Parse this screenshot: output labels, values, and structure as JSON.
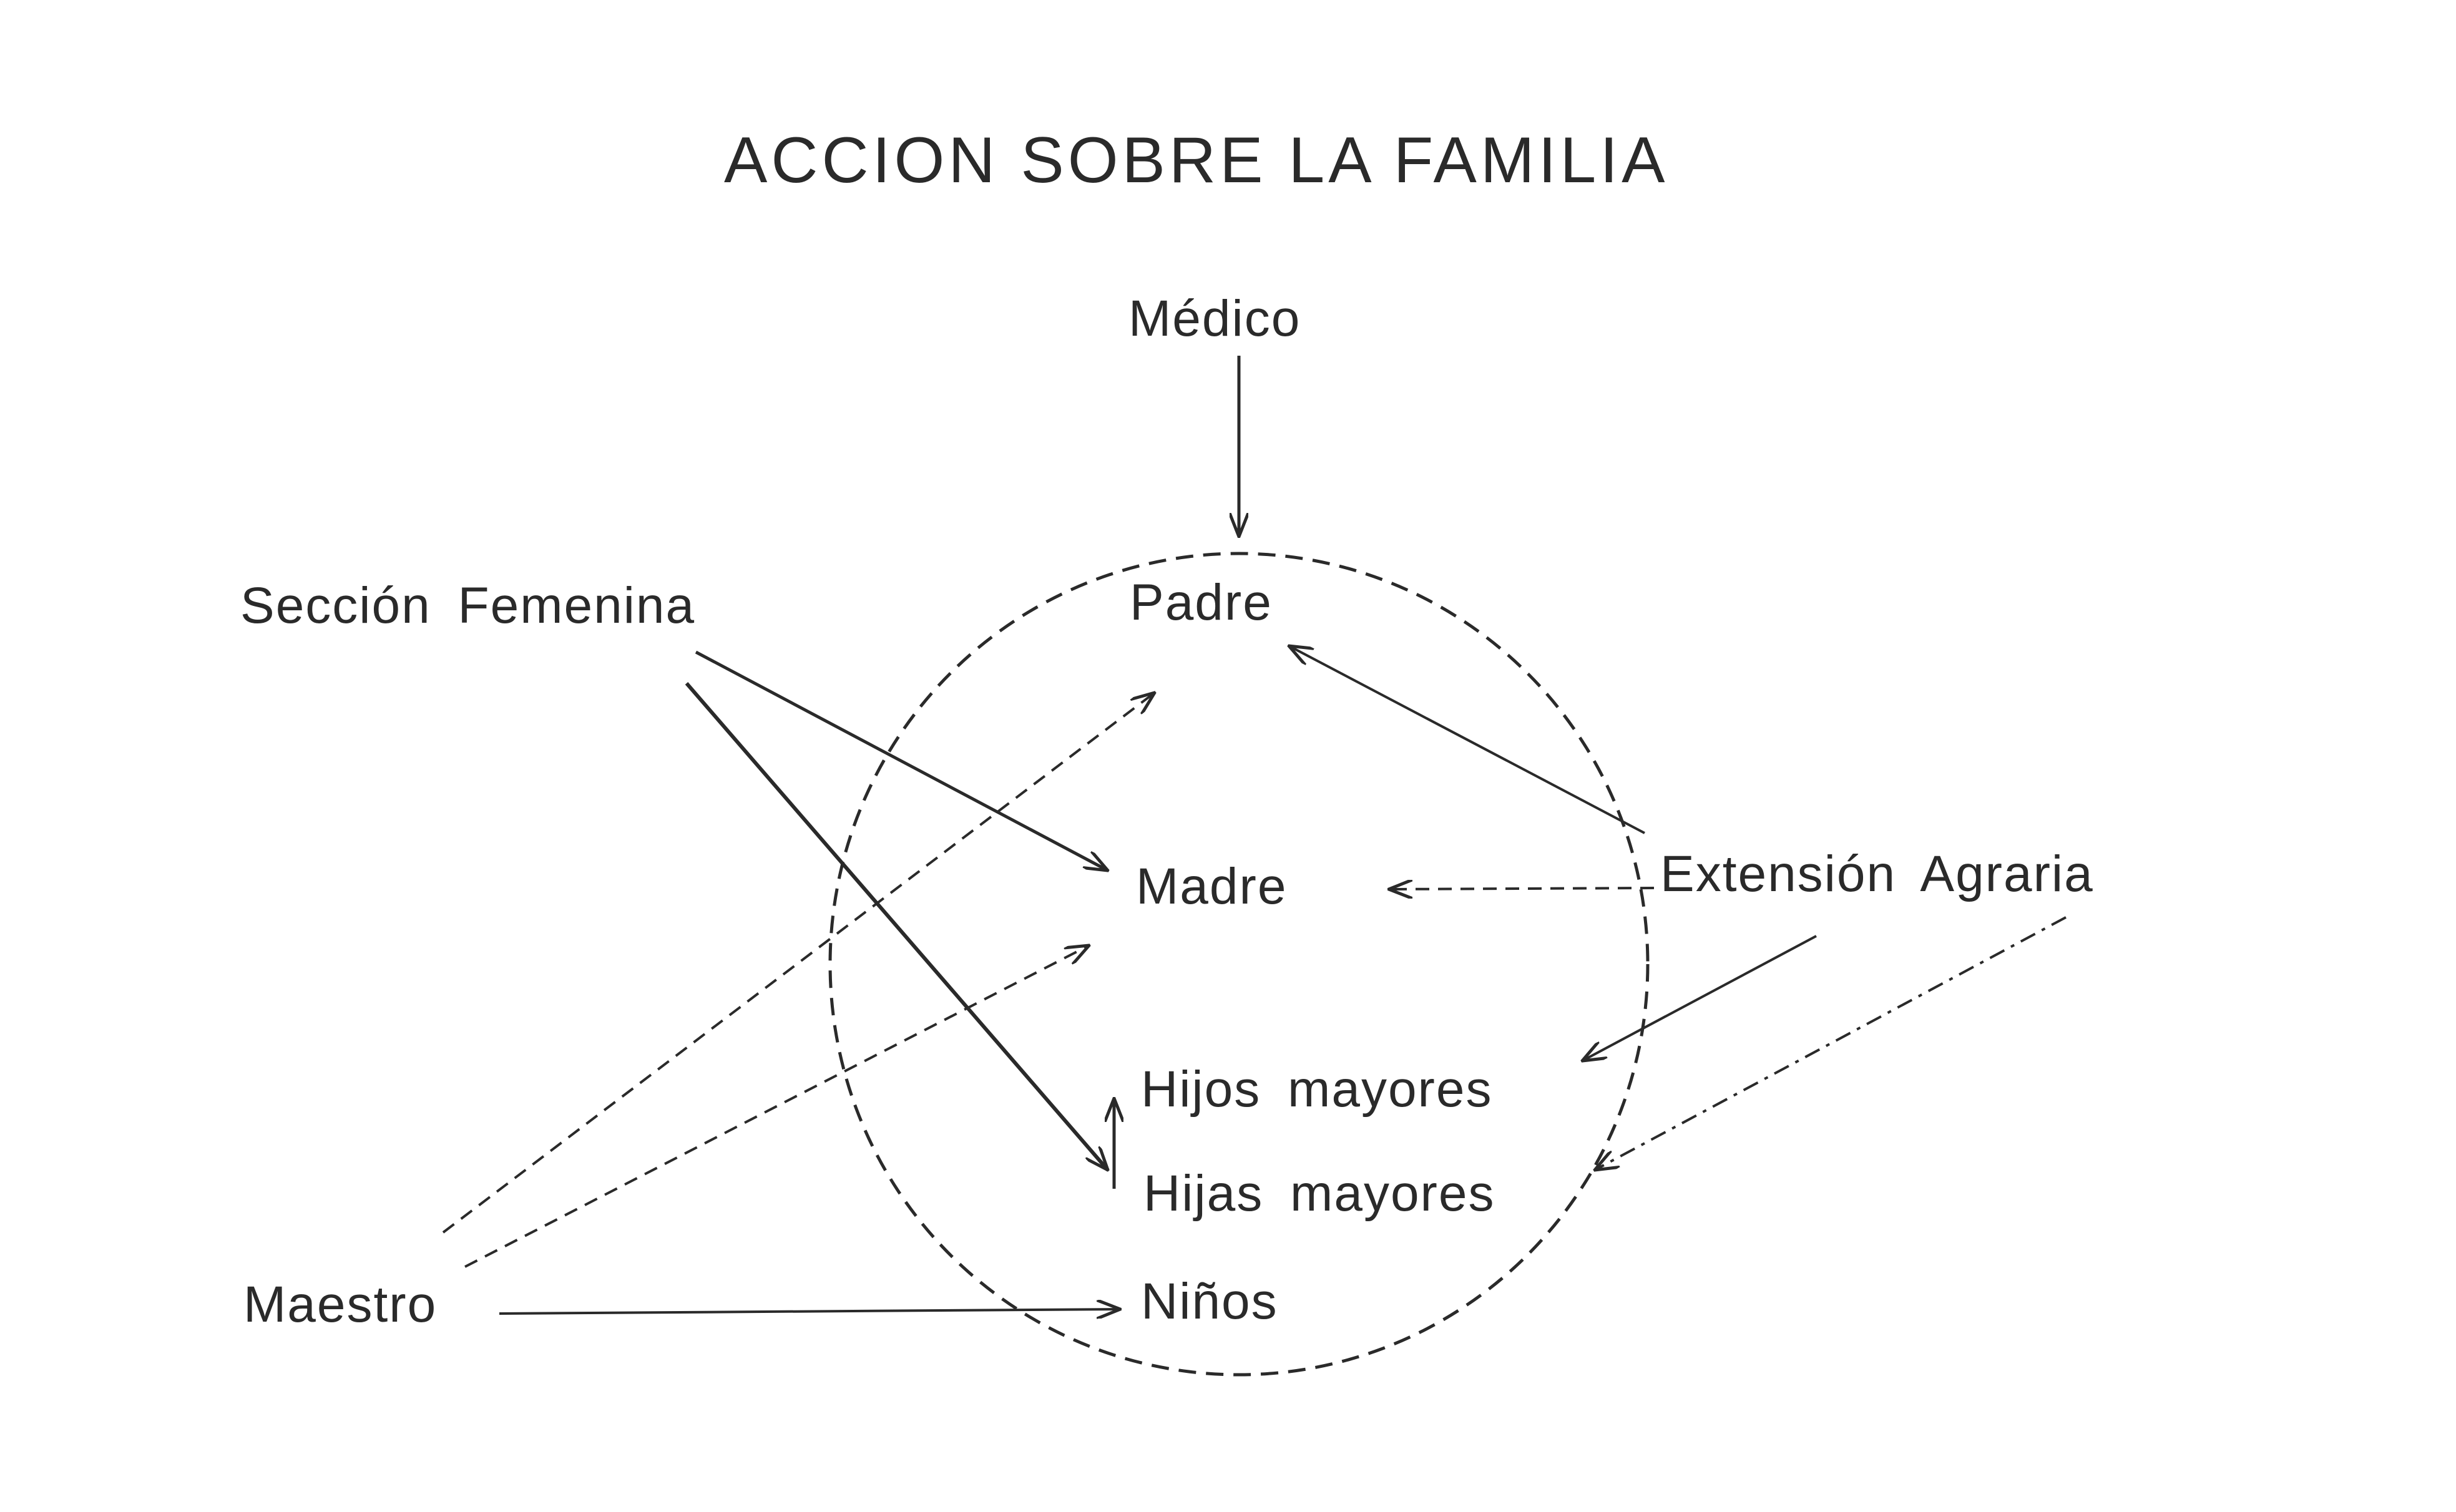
{
  "title": "ACCION SOBRE LA FAMILIA",
  "agents": {
    "medico": "Médico",
    "seccion_femenina": "Sección Femenina",
    "extension_agraria": "Extensión Agraria",
    "maestro": "Maestro"
  },
  "family": {
    "padre": "Padre",
    "madre": "Madre",
    "hijos_mayores": "Hijos mayores",
    "hijas_mayores": "Hijas mayores",
    "ninos": "Niños"
  },
  "edges": [
    {
      "from": "Médico",
      "to": "Padre",
      "style": "solid"
    },
    {
      "from": "Sección Femenina",
      "to": "Madre",
      "style": "solid"
    },
    {
      "from": "Sección Femenina",
      "to": "Hijas mayores",
      "style": "solid"
    },
    {
      "from": "Maestro",
      "to": "Padre",
      "style": "dashed"
    },
    {
      "from": "Maestro",
      "to": "Madre",
      "style": "dashed"
    },
    {
      "from": "Maestro",
      "to": "Niños",
      "style": "solid"
    },
    {
      "from": "Extensión Agraria",
      "to": "Padre",
      "style": "solid"
    },
    {
      "from": "Extensión Agraria",
      "to": "Madre",
      "style": "dashed"
    },
    {
      "from": "Extensión Agraria",
      "to": "Hijos mayores",
      "style": "solid"
    },
    {
      "from": "Extensión Agraria",
      "to": "Hijas mayores",
      "style": "dash-dot"
    },
    {
      "from": "Hijas mayores",
      "to": "Hijos mayores",
      "style": "solid"
    }
  ],
  "colors": {
    "ink": "#2a2a2a",
    "background": "#ffffff"
  }
}
